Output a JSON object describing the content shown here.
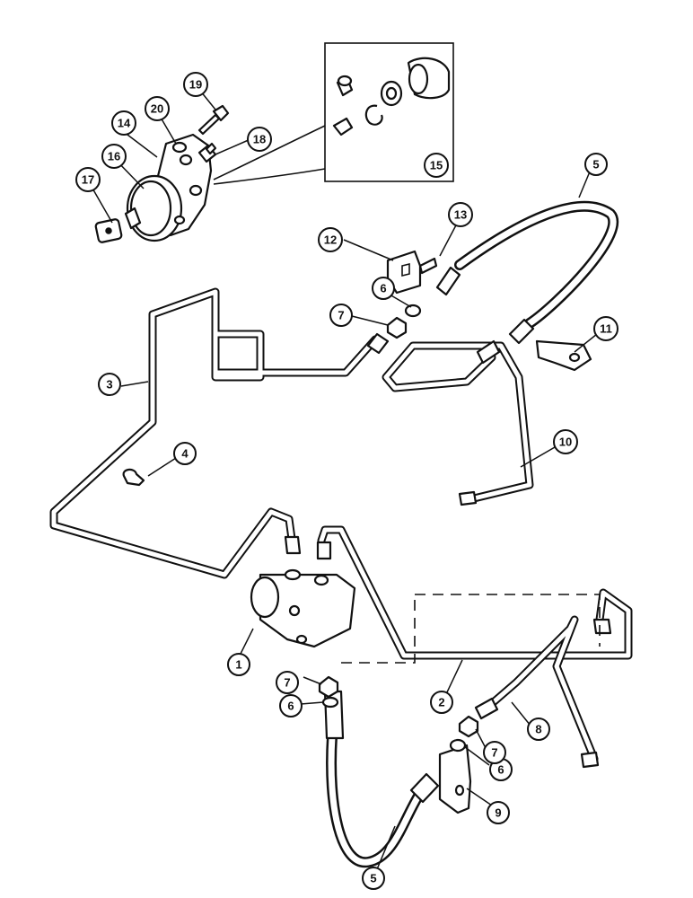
{
  "callouts": [
    {
      "id": "c1",
      "label": "1"
    },
    {
      "id": "c2",
      "label": "2"
    },
    {
      "id": "c3",
      "label": "3"
    },
    {
      "id": "c4",
      "label": "4"
    },
    {
      "id": "c5a",
      "label": "5"
    },
    {
      "id": "c5b",
      "label": "5"
    },
    {
      "id": "c6a",
      "label": "6"
    },
    {
      "id": "c6b",
      "label": "6"
    },
    {
      "id": "c6c",
      "label": "6"
    },
    {
      "id": "c7a",
      "label": "7"
    },
    {
      "id": "c7b",
      "label": "7"
    },
    {
      "id": "c7c",
      "label": "7"
    },
    {
      "id": "c8",
      "label": "8"
    },
    {
      "id": "c9",
      "label": "9"
    },
    {
      "id": "c10",
      "label": "10"
    },
    {
      "id": "c11",
      "label": "11"
    },
    {
      "id": "c12",
      "label": "12"
    },
    {
      "id": "c13",
      "label": "13"
    },
    {
      "id": "c14",
      "label": "14"
    },
    {
      "id": "c15",
      "label": "15"
    },
    {
      "id": "c16",
      "label": "16"
    },
    {
      "id": "c17",
      "label": "17"
    },
    {
      "id": "c18",
      "label": "18"
    },
    {
      "id": "c19",
      "label": "19"
    },
    {
      "id": "c20",
      "label": "20"
    }
  ]
}
